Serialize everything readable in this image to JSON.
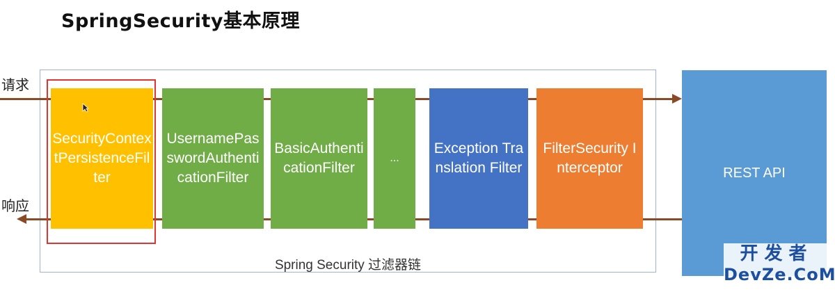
{
  "title": "SpringSecurity基本原理",
  "labels": {
    "request": "请求",
    "response": "响应"
  },
  "chain_caption": "Spring Security 过滤器链",
  "filters": [
    {
      "text": "SecurityContextPersistenceFilter",
      "color": "#ffc000"
    },
    {
      "text": "UsernamePasswordAuthenticationFilter",
      "color": "#70ad47"
    },
    {
      "text": "BasicAuthenticationFilter",
      "color": "#70ad47"
    },
    {
      "text": "...",
      "color": "#70ad47"
    },
    {
      "text": "Exception Translation Filter",
      "color": "#4472c4"
    },
    {
      "text": "FilterSecurity Interceptor",
      "color": "#ed7d31"
    }
  ],
  "rest_api": {
    "text": "REST API",
    "color": "#5b9bd5"
  },
  "arrow_color": "#8a4a25",
  "highlight_color": "#e3342f",
  "watermark": {
    "line1": "开发者",
    "line2": "DevZe.CoM"
  }
}
